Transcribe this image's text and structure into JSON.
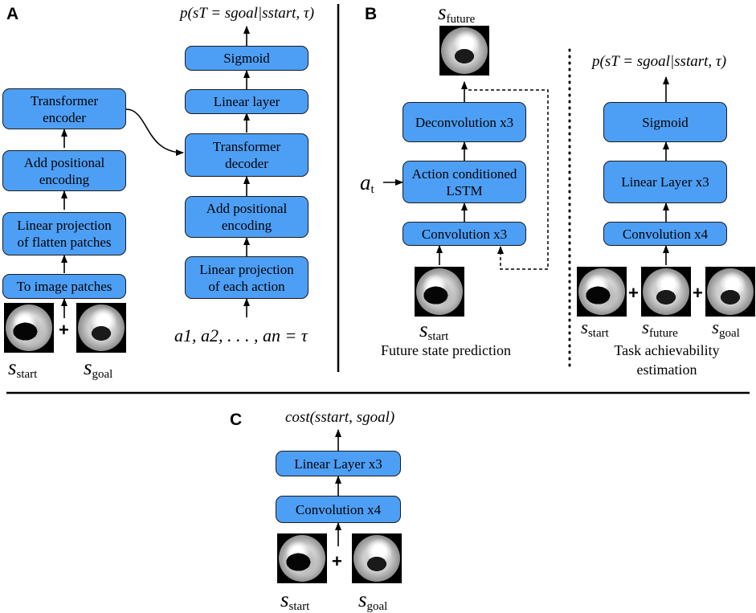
{
  "panels": {
    "a": "A",
    "b": "B",
    "c": "C"
  },
  "colors": {
    "box_fill": "#4d9ff5",
    "box_border": "#1a1a1a",
    "line": "#000000"
  },
  "panel_a": {
    "encoder": [
      "Transformer\nencoder",
      "Add positional\nencoding",
      "Linear projection\nof flatten patches",
      "To image patches"
    ],
    "decoder": [
      "Sigmoid",
      "Linear layer",
      "Transformer\ndecoder",
      "Add positional\nencoding",
      "Linear projection\nof each action"
    ],
    "top_formula": "p(sT = sgoal|sstart, τ)",
    "actions_formula": "a1, a2, . . . , an = τ",
    "plus": "+",
    "inputs": [
      {
        "var": "s",
        "sub": "start"
      },
      {
        "var": "s",
        "sub": "goal"
      }
    ]
  },
  "panel_b": {
    "left": {
      "output": {
        "var": "s",
        "sub": "future"
      },
      "boxes": [
        "Deconvolution x3",
        "Action conditioned\nLSTM",
        "Convolution x3"
      ],
      "action": {
        "var": "a",
        "sub": "t"
      },
      "input": {
        "var": "s",
        "sub": "start"
      },
      "caption": "Future state prediction"
    },
    "right": {
      "top_formula": "p(sT = sgoal|sstart, τ)",
      "boxes": [
        "Sigmoid",
        "Linear Layer x3",
        "Convolution x4"
      ],
      "inputs": [
        {
          "var": "s",
          "sub": "start"
        },
        {
          "var": "s",
          "sub": "future"
        },
        {
          "var": "s",
          "sub": "goal"
        }
      ],
      "plus": "+",
      "caption": "Task achievability\nestimation"
    }
  },
  "panel_c": {
    "top_formula": "cost(sstart, sgoal)",
    "boxes": [
      "Linear Layer x3",
      "Convolution x4"
    ],
    "plus": "+",
    "inputs": [
      {
        "var": "s",
        "sub": "start"
      },
      {
        "var": "s",
        "sub": "goal"
      }
    ]
  }
}
